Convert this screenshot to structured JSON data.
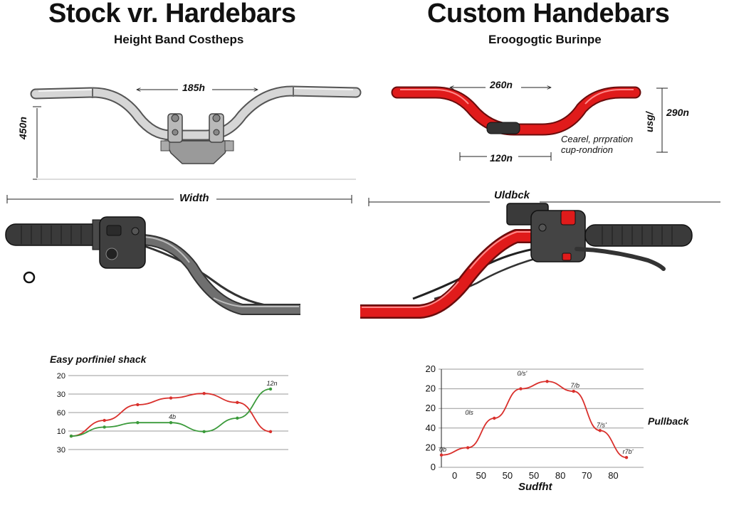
{
  "left": {
    "title": "Stock vr. Hardebars",
    "subtitle": "Height Band Costheps",
    "top_dim": "185h",
    "side_dim": "450n",
    "width_label": "Width",
    "bar_color": "#cfcfcf"
  },
  "right": {
    "title": "Custom Handebars",
    "subtitle": "Eroogogtic Burinpe",
    "top_dim": "260n",
    "inner_dim": "120n",
    "rise_dim": "290n",
    "rotated_dim": "usg/",
    "note": "Cearel, prrpration cup-rondrion",
    "section_label": "Uldbck",
    "bar_color": "#e01b1b"
  },
  "chart_data": [
    {
      "type": "line",
      "title": "Easy porfiniel shack",
      "ytick_labels": [
        "20",
        "30",
        "60",
        "10",
        "30"
      ],
      "x": [
        0,
        1,
        2,
        3,
        4,
        5,
        6
      ],
      "series": [
        {
          "values": [
            31,
            38,
            45,
            48,
            50,
            46,
            33
          ],
          "color": "#d9302c"
        },
        {
          "values": [
            31,
            35,
            37,
            37,
            33,
            39,
            52
          ],
          "color": "#3a9a3a"
        }
      ],
      "point_labels": [
        {
          "text": "4b",
          "x": 3,
          "y": 37
        },
        {
          "text": "12n",
          "x": 6,
          "y": 52
        }
      ],
      "grid": true
    },
    {
      "type": "line",
      "ytick_labels": [
        "20",
        "20",
        "20",
        "40",
        "20",
        "0"
      ],
      "xtick_labels": [
        "0",
        "50",
        "50",
        "50",
        "80",
        "70",
        "80"
      ],
      "xlabel": "Sudfht",
      "legend_label": "Pullback",
      "x": [
        0,
        1,
        2,
        3,
        4,
        5,
        6,
        7
      ],
      "series": [
        {
          "values": [
            20,
            23,
            35,
            47,
            50,
            46,
            30,
            19
          ],
          "color": "#d9302c"
        }
      ],
      "point_labels": [
        {
          "text": "0b",
          "x": 0,
          "y": 20
        },
        {
          "text": "0ls",
          "x": 1,
          "y": 35
        },
        {
          "text": "0/s'",
          "x": 3,
          "y": 51
        },
        {
          "text": "7/b",
          "x": 5,
          "y": 46
        },
        {
          "text": "7/s'",
          "x": 6,
          "y": 30
        },
        {
          "text": "r7b'",
          "x": 7,
          "y": 19
        }
      ],
      "grid": true
    }
  ]
}
